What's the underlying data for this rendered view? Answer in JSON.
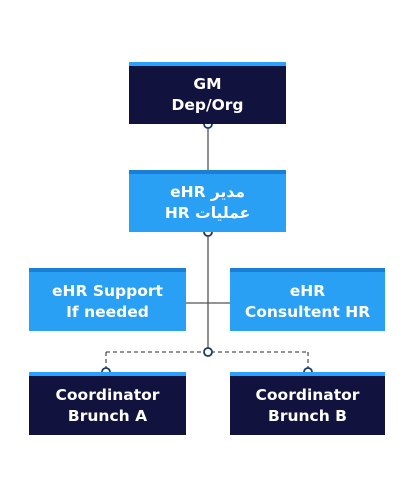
{
  "nodes": {
    "gm": {
      "line1": "GM",
      "line2": "Dep/Org"
    },
    "ehr_manager": {
      "line1": "eHR مدير",
      "line2": "HR عمليات"
    },
    "ehr_support": {
      "line1": "eHR Support",
      "line2": "If needed"
    },
    "ehr_consultant": {
      "line1": "eHR",
      "line2": "Consultent HR"
    },
    "coordinator_a": {
      "line1": "Coordinator",
      "line2": "Brunch A"
    },
    "coordinator_b": {
      "line1": "Coordinator",
      "line2": "Brunch B"
    }
  },
  "colors": {
    "dark_box": "#12123f",
    "light_box": "#2aa0f4",
    "accent_border": "#2aa0ff",
    "connector": "#555555",
    "dot_fill": "#ffffff",
    "dot_stroke": "#1c3a6e"
  }
}
